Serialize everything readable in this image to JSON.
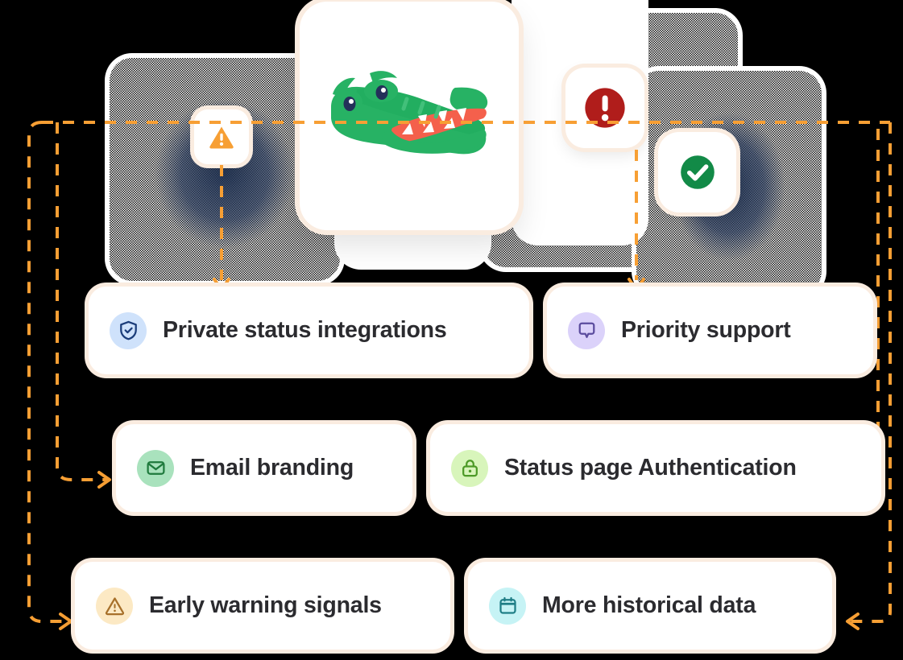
{
  "theme": {
    "background": "#000000",
    "accent_dashed": "#F79F34",
    "card_surface": "#FFFFFF",
    "card_outline": "#FAECE0",
    "label_color": "#2B2B2F"
  },
  "illustration": {
    "mascot": {
      "name": "crocodile-mascot",
      "body_color": "#27B264",
      "body_shade": "#19A757",
      "mouth_color": "#F4604C",
      "teeth_color": "#FFFFFF",
      "eye_color": "#24305A"
    },
    "status_tiles": [
      {
        "name": "warning-tile",
        "icon": "warning-triangle-icon",
        "color": "#F79F34"
      },
      {
        "name": "error-tile",
        "icon": "error-exclamation-icon",
        "color": "#B01D1B"
      },
      {
        "name": "success-tile",
        "icon": "success-check-icon",
        "color": "#128A47"
      }
    ],
    "backdrop_cards": [
      "left-noise-card",
      "center-noise-card",
      "right-noise-card"
    ]
  },
  "features": {
    "rows": [
      [
        {
          "id": "private-status-integrations",
          "label": "Private status integrations",
          "icon": "shield-check-icon",
          "icon_color": "#1B3D7A",
          "icon_bg": "#CFE2FB"
        },
        {
          "id": "priority-support",
          "label": "Priority support",
          "icon": "chat-bubble-icon",
          "icon_color": "#5B4C9E",
          "icon_bg": "#DBD2FA"
        }
      ],
      [
        {
          "id": "email-branding",
          "label": "Email branding",
          "icon": "envelope-icon",
          "icon_color": "#1F7A3D",
          "icon_bg": "#A9E2BD"
        },
        {
          "id": "status-page-authentication",
          "label": "Status page Authentication",
          "icon": "padlock-icon",
          "icon_color": "#4D9A27",
          "icon_bg": "#D8F5BB"
        }
      ],
      [
        {
          "id": "early-warning-signals",
          "label": "Early warning signals",
          "icon": "warning-triangle-outline-icon",
          "icon_color": "#A7702A",
          "icon_bg": "#FCE9C4"
        },
        {
          "id": "more-historical-data",
          "label": "More historical data",
          "icon": "calendar-icon",
          "icon_color": "#1F7E86",
          "icon_bg": "#C6F3F5"
        }
      ]
    ]
  },
  "connectors": {
    "style": "dashed",
    "color": "#F79F34",
    "dash_pattern": "14 12",
    "stroke_width": 4,
    "arrows": [
      {
        "name": "arrow-down-to-private-status",
        "direction": "down"
      },
      {
        "name": "arrow-down-to-priority-support",
        "direction": "down"
      },
      {
        "name": "arrow-right-to-email-branding",
        "direction": "right"
      },
      {
        "name": "arrow-left-to-status-page-authentication",
        "direction": "left"
      },
      {
        "name": "arrow-right-to-early-warning",
        "direction": "right"
      },
      {
        "name": "arrow-left-to-more-historical-data",
        "direction": "left"
      }
    ]
  }
}
